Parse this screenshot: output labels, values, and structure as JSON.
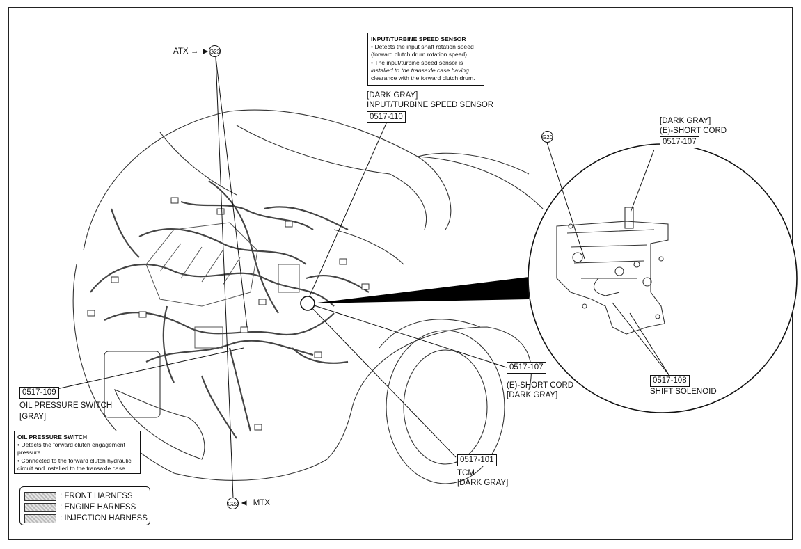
{
  "labels": {
    "atx": "ATX →",
    "mtx": "← MTX",
    "g23_top": "G23",
    "g23_bottom": "G23",
    "g20": "G20"
  },
  "input_sensor": {
    "note_title": "INPUT/TURBINE SPEED SENSOR",
    "note_lines": [
      "• Detects the input shaft rotation speed",
      "(forward clutch drum rotation speed).",
      "• The input/turbine speed sensor is",
      "installed to the transaxle case having",
      "clearance with the forward clutch drum."
    ],
    "color": "[DARK GRAY]",
    "name": "INPUT/TURBINE SPEED SENSOR",
    "code": "0517-110"
  },
  "short_cord_top": {
    "color": "[DARK GRAY]",
    "name": "(E)-SHORT CORD",
    "code": "0517-107"
  },
  "short_cord_mid": {
    "code": "0517-107",
    "name": "(E)-SHORT CORD",
    "color": "[DARK GRAY]"
  },
  "shift_solenoid": {
    "code": "0517-108",
    "name": "SHIFT SOLENOID"
  },
  "tcm": {
    "code": "0517-101",
    "name": "TCM",
    "color": "[DARK GRAY]"
  },
  "oil_switch": {
    "code": "0517-109",
    "name": "OIL PRESSURE SWITCH",
    "color": "[GRAY]",
    "note_title": "OIL PRESSURE SWITCH",
    "note_lines": [
      "• Detects the forward clutch engagement",
      "pressure.",
      "• Connected to the forward clutch hydraulic",
      "circuit and installed to the transaxle case."
    ]
  },
  "legend": [
    ": FRONT HARNESS",
    ": ENGINE HARNESS",
    ": INJECTION HARNESS"
  ]
}
